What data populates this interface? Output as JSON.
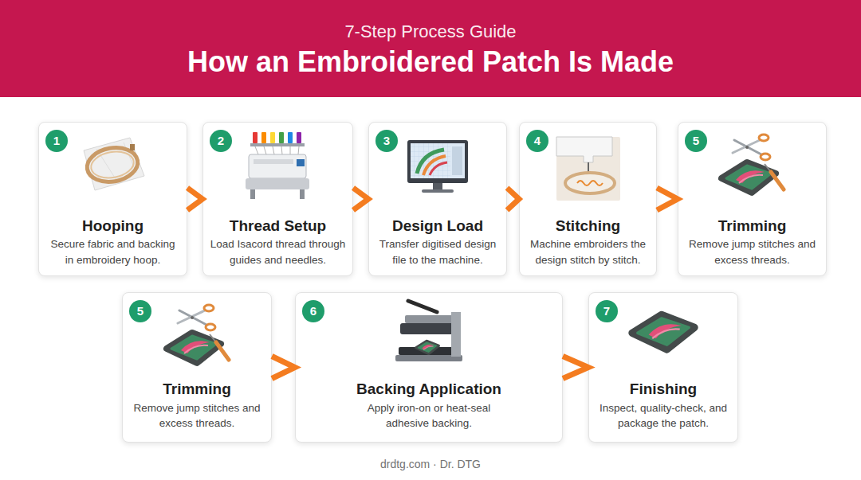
{
  "diagram": {
    "title": "How an Embroidered Patch Is Made",
    "caption": "drdtg.com · Dr. DTG",
    "nodes": [
      {
        "text": [
          "Hooping",
          "Secure fabric and backing in embroidery hoop."
        ]
      },
      {
        "text": [
          "1"
        ],
        "in": 0
      },
      {
        "text": [
          "Thread Setup",
          "Load Isacord thread through guides and needles."
        ]
      },
      {
        "text": [
          "2"
        ],
        "in": 2
      },
      {
        "text": [
          "Design Load",
          "Transfer digitised design file to the machine."
        ]
      },
      {
        "text": [
          "3"
        ],
        "in": 4
      },
      {
        "text": [
          "Stitching",
          "Machine embroiders the design stitch by stitch."
        ]
      },
      {
        "text": [
          "4"
        ],
        "in": 6
      },
      {
        "text": [
          "Trimming",
          "Remove jump stitches and excess threads."
        ]
      },
      {
        "text": [
          "5"
        ],
        "in": 8
      },
      {
        "text": [
          "Trimming",
          "Remove jump stitches and excess threads."
        ]
      },
      {
        "text": [
          "5"
        ],
        "in": 10
      },
      {
        "text": [
          "Backing Application",
          "Apply iron-on or heat-seal adhesive backing."
        ]
      },
      {
        "text": [
          "6"
        ],
        "in": 12
      },
      {
        "text": [
          "Finishing",
          "Inspect, quality-check, and package the patch."
        ]
      },
      {
        "text": [
          "7"
        ],
        "in": 14
      }
    ],
    "edges": [
      {
        "from": 0,
        "to": 2,
        "arrow": "to"
      },
      {
        "from": 2,
        "to": 4,
        "arrow": "to"
      },
      {
        "from": 4,
        "to": 6,
        "arrow": "to"
      },
      {
        "from": 6,
        "to": 8,
        "arrow": "to"
      },
      {
        "from": 10,
        "to": 12,
        "arrow": "to"
      },
      {
        "from": 12,
        "to": 14,
        "arrow": "to"
      }
    ],
    "labels": [
      "7-Step Process Guide"
    ]
  }
}
